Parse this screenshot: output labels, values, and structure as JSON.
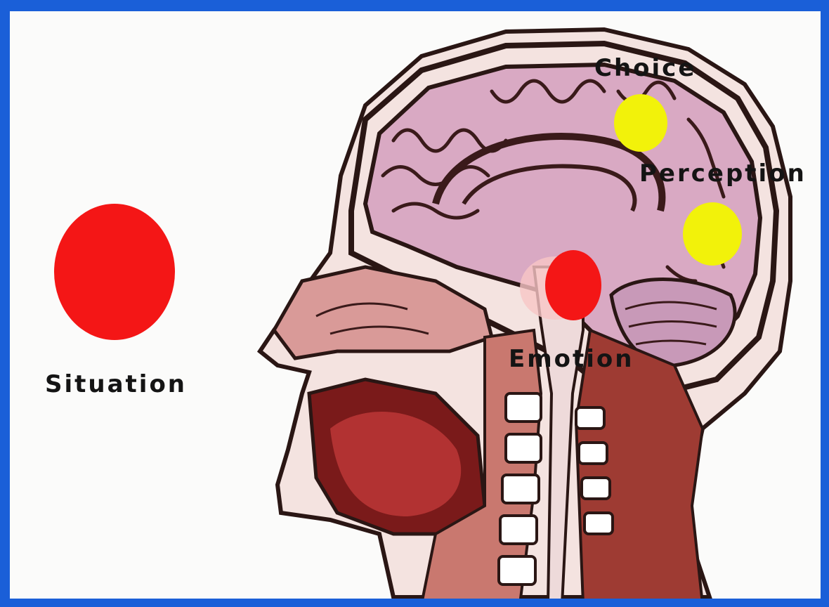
{
  "labels": {
    "situation": "Situation",
    "choice": "Choice",
    "perception": "Perception",
    "emotion": "Emotion"
  },
  "colors": {
    "background_border": "#1a5fd8",
    "canvas": "#fbfbfa",
    "red_marker": "#f41616",
    "yellow_marker": "#f2f20a",
    "brain": "#d9a9c3",
    "tissue": "#d99a98",
    "outline": "#2a1614"
  },
  "markers": [
    {
      "name": "situation",
      "color": "red"
    },
    {
      "name": "emotion",
      "color": "red"
    },
    {
      "name": "choice",
      "color": "yellow"
    },
    {
      "name": "perception",
      "color": "yellow"
    }
  ]
}
